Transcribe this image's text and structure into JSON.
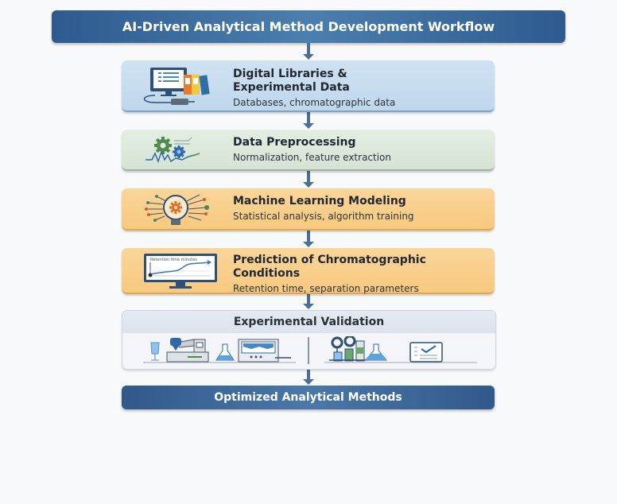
{
  "title": "AI-Driven Analytical Method Development Workflow",
  "steps": [
    {
      "heading": "Digital Libraries &",
      "heading2": "Experimental Data",
      "subtitle": "Databases, chromatographic data",
      "icon": "computer-database-icon"
    },
    {
      "heading": "Data Preprocessing",
      "subtitle": "Normalization, feature extraction",
      "icon": "gears-signal-icon"
    },
    {
      "heading": "Machine Learning Modeling",
      "subtitle": "Statistical analysis, algorithm training",
      "icon": "lightbulb-gear-icon"
    },
    {
      "heading": "Prediction of Chromatographic",
      "heading2": "Conditions",
      "subtitle": "Retention time, separation parameters",
      "icon": "monitor-chart-icon",
      "chart_label": "Retention time minutes"
    },
    {
      "heading": "Experimental Validation",
      "icon_left": "lab-instruments-icon",
      "icon_right": "lab-glassware-checklist-icon"
    }
  ],
  "result": "Optimized Analytical Methods",
  "colors": {
    "title_bg": "#3b6a9c",
    "arrow": "#4b6f99",
    "blue_card": "#c8dcef",
    "green_card": "#dde9dc",
    "orange_card": "#f9cf8d",
    "grey_card": "#f3f5f8"
  }
}
